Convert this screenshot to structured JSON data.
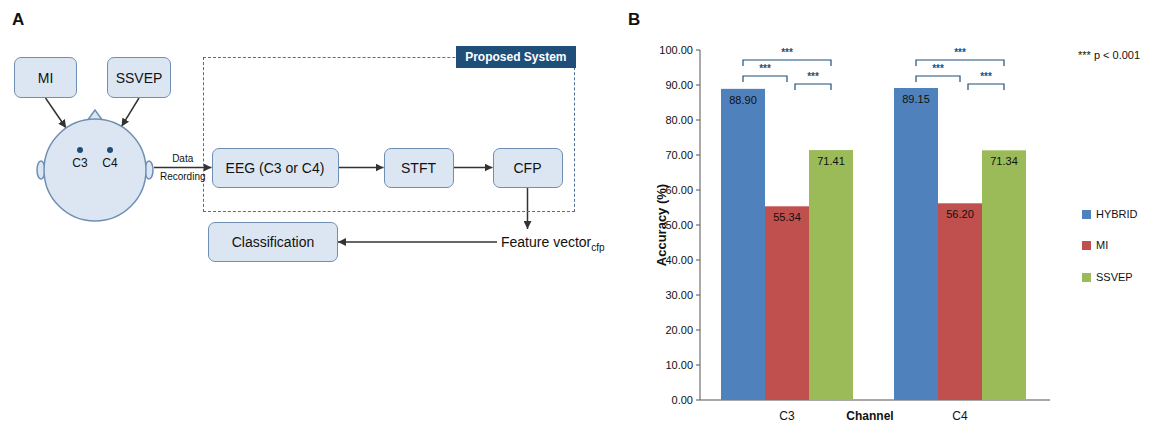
{
  "diagram": {
    "nodes": [
      {
        "text": [
          "MI"
        ]
      },
      {
        "text": [
          "SSVEP"
        ]
      },
      {
        "text": [
          "C3",
          "C4"
        ]
      },
      {
        "text": [
          "Proposed System"
        ]
      },
      {
        "text": [
          "EEG (C3 or C4)"
        ],
        "in": 3
      },
      {
        "text": [
          "STFT"
        ],
        "in": 3
      },
      {
        "text": [
          "CFP"
        ],
        "in": 3
      },
      {
        "text": [
          "Feature vector",
          "cfp"
        ]
      },
      {
        "text": [
          "Classification"
        ]
      }
    ],
    "edges": [
      {
        "from": 0,
        "to": 2,
        "arrow": "to"
      },
      {
        "from": 1,
        "to": 2,
        "arrow": "to"
      },
      {
        "from": 2,
        "to": 4,
        "label": "Data Recording",
        "arrow": "to"
      },
      {
        "from": 4,
        "to": 5,
        "arrow": "to"
      },
      {
        "from": 5,
        "to": 6,
        "arrow": "to"
      },
      {
        "from": 6,
        "to": 7,
        "arrow": "to"
      },
      {
        "from": 7,
        "to": 8,
        "arrow": "to"
      }
    ],
    "labels": [
      "A",
      "B",
      "100.00",
      "90.00",
      "80.00",
      "70.00",
      "60.00",
      "50.00",
      "40.00",
      "30.00",
      "20.00",
      "10.00",
      "0.00",
      "Accuracy (%)",
      "88.90",
      "55.34",
      "71.41",
      "89.15",
      "56.20",
      "71.34",
      "***",
      "***",
      "***",
      "***",
      "***",
      "***",
      "*** p < 0.001",
      "C3",
      "Channel",
      "C4"
    ],
    "legend": [
      {
        "text": "HYBRID",
        "color": "#4f81bd"
      },
      {
        "text": "MI",
        "color": "#c0504d"
      },
      {
        "text": "SSVEP",
        "color": "#9bbb59"
      }
    ]
  }
}
